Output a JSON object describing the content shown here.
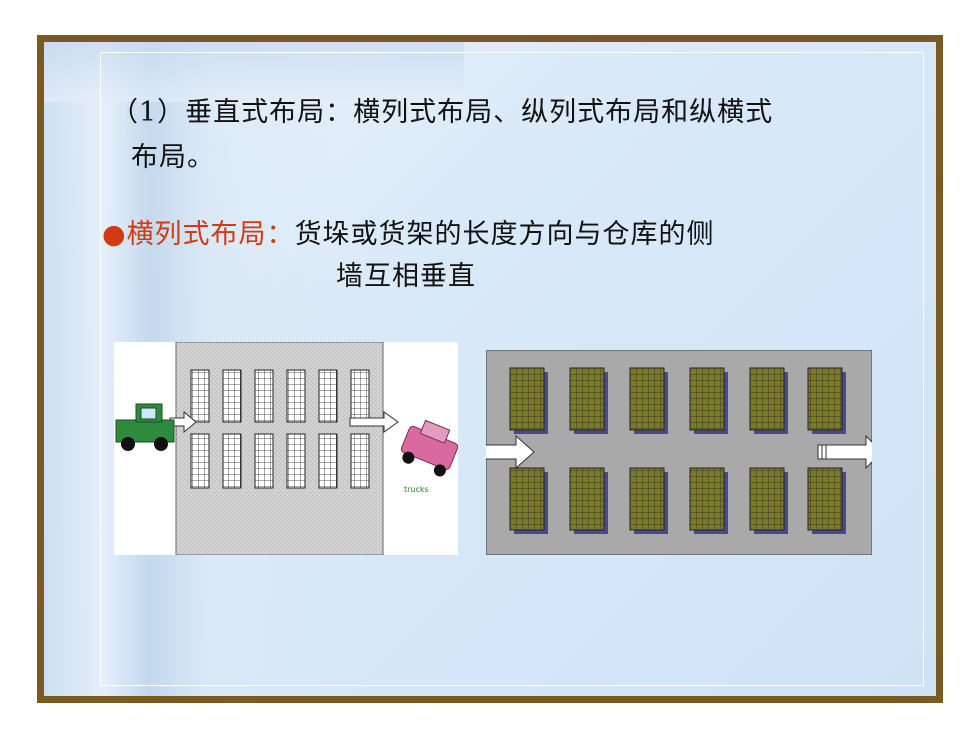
{
  "line1": "（1）垂直式布局：横列式布局、纵列式布局和纵横式",
  "line2": "布局。",
  "bullet": "●",
  "highlight": "横列式布局：",
  "line3_rest": "货垛或货架的长度方向与仓库的侧",
  "line4": "墙互相垂直",
  "truck_caption": "trucks",
  "colors": {
    "frame": "#7a5a1e",
    "accent": "#d23b10",
    "rack": "#7a7a2a",
    "floor": "#a9a9a9"
  }
}
